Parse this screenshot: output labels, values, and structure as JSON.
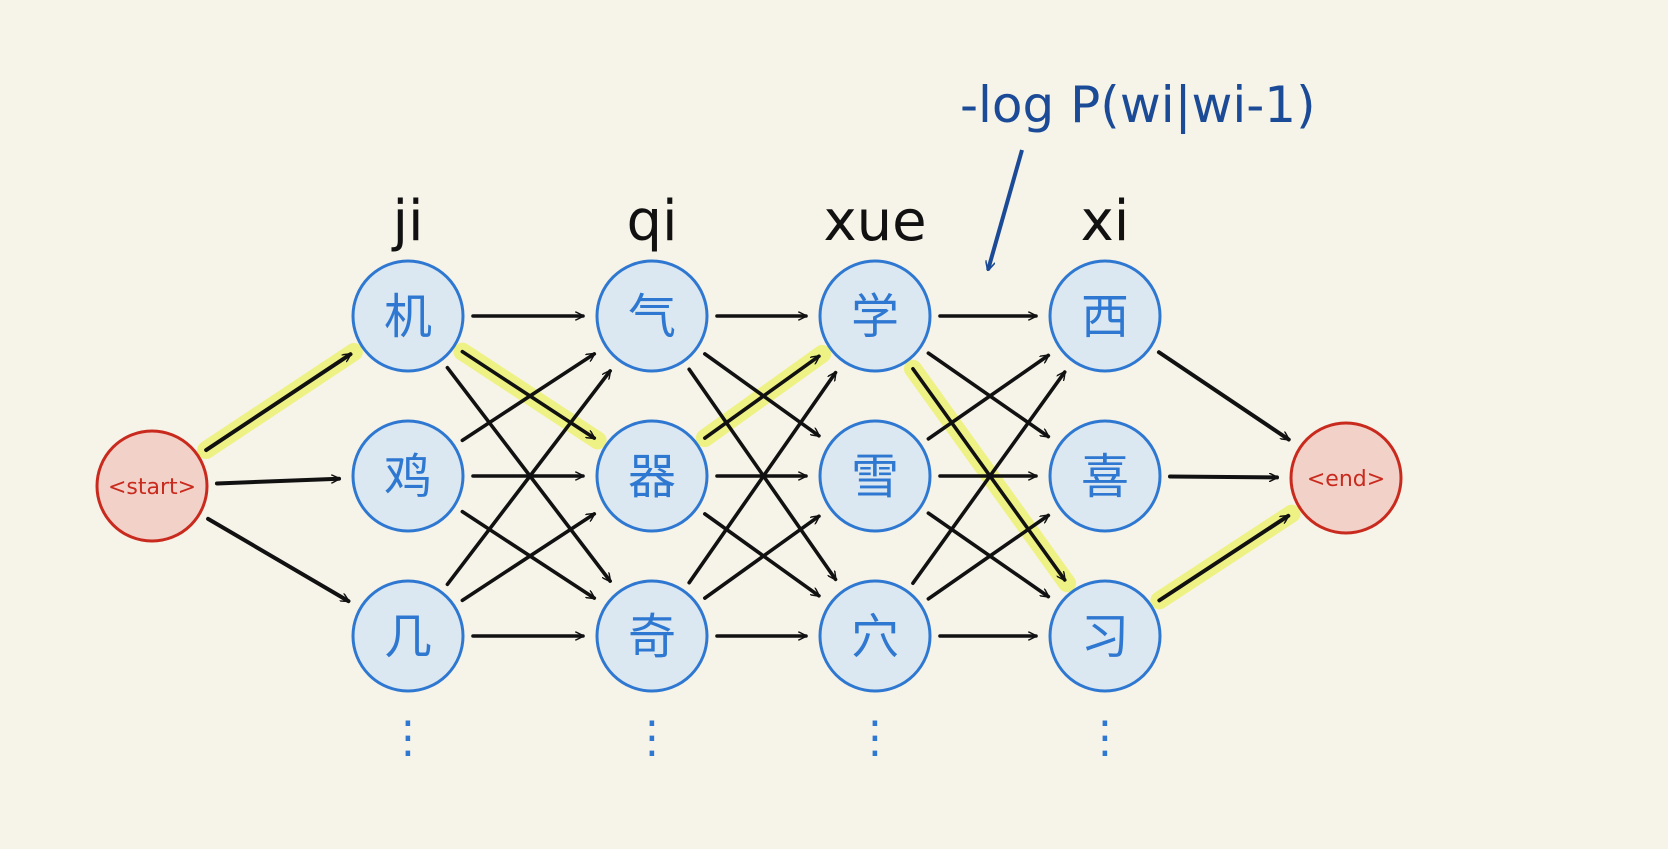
{
  "annotation": "-log P(wi|wi-1)",
  "columns": [
    {
      "pinyin": "ji",
      "nodes": [
        "机",
        "鸡",
        "几"
      ],
      "ellipsis": "⋮"
    },
    {
      "pinyin": "qi",
      "nodes": [
        "气",
        "器",
        "奇"
      ],
      "ellipsis": "⋮"
    },
    {
      "pinyin": "xue",
      "nodes": [
        "学",
        "雪",
        "穴"
      ],
      "ellipsis": "⋮"
    },
    {
      "pinyin": "xi",
      "nodes": [
        "西",
        "喜",
        "习"
      ],
      "ellipsis": "⋮"
    }
  ],
  "start": "<start>",
  "end": "<end>",
  "best_path": [
    "<start>",
    "机",
    "器",
    "学",
    "习",
    "<end>"
  ],
  "colors": {
    "background": "#f6f3e8",
    "node_fill": "#dce8f1",
    "node_stroke": "#2f78d1",
    "node_text": "#2f78d1",
    "terminal_fill": "#f2d1c8",
    "terminal_stroke": "#c92a1e",
    "terminal_text": "#c92a1e",
    "edge": "#111111",
    "highlight": "#eef27a",
    "annotation": "#1b4b97",
    "label": "#111111"
  }
}
